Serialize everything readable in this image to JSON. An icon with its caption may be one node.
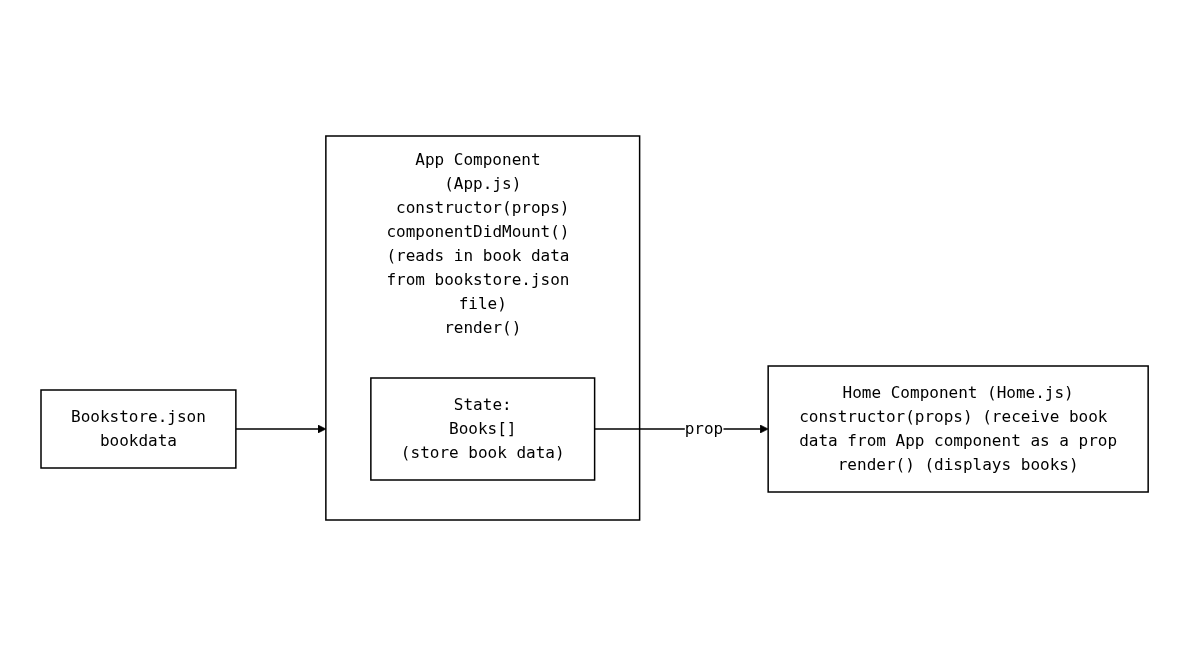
{
  "diagram": {
    "nodes": [
      {
        "text": [
          "App Component (App.js)",
          "constructor(props)",
          "componentDidMount() (reads in book data from bookstore.json file)",
          "render()"
        ]
      },
      {
        "text": [
          "State:",
          "Books[]",
          "(store book data)"
        ],
        "in": 0
      },
      {
        "text": [
          "Home Component (Home.js)",
          "constructor(props) (receive book data from App component as a prop",
          "render() (displays books)"
        ]
      },
      {
        "text": [
          "Bookstore.json",
          "bookdata"
        ]
      }
    ],
    "edges": [
      {
        "from": 1,
        "to": 2,
        "arrow": "to",
        "label": "prop"
      },
      {
        "from": 3,
        "to": 0,
        "arrow": "to"
      }
    ]
  }
}
